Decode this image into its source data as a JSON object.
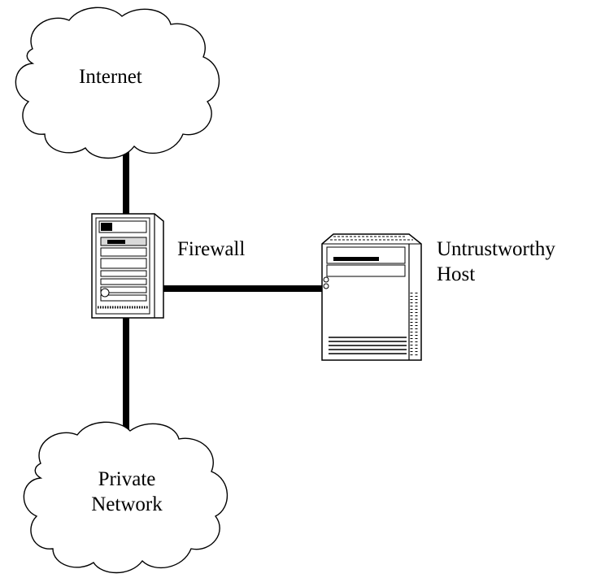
{
  "nodes": {
    "internet": {
      "label": "Internet",
      "icon": "cloud-icon"
    },
    "firewall": {
      "label": "Firewall",
      "icon": "server-tower-icon"
    },
    "untrustworthy_host": {
      "label_line1": "Untrustworthy",
      "label_line2": "Host",
      "icon": "workstation-icon"
    },
    "private_network": {
      "label_line1": "Private",
      "label_line2": "Network",
      "icon": "cloud-icon"
    }
  },
  "connections": [
    {
      "from": "internet",
      "to": "firewall"
    },
    {
      "from": "firewall",
      "to": "untrustworthy_host"
    },
    {
      "from": "firewall",
      "to": "private_network"
    }
  ],
  "colors": {
    "stroke": "#000000",
    "fill": "#ffffff",
    "shade": "#d9d9d9"
  }
}
